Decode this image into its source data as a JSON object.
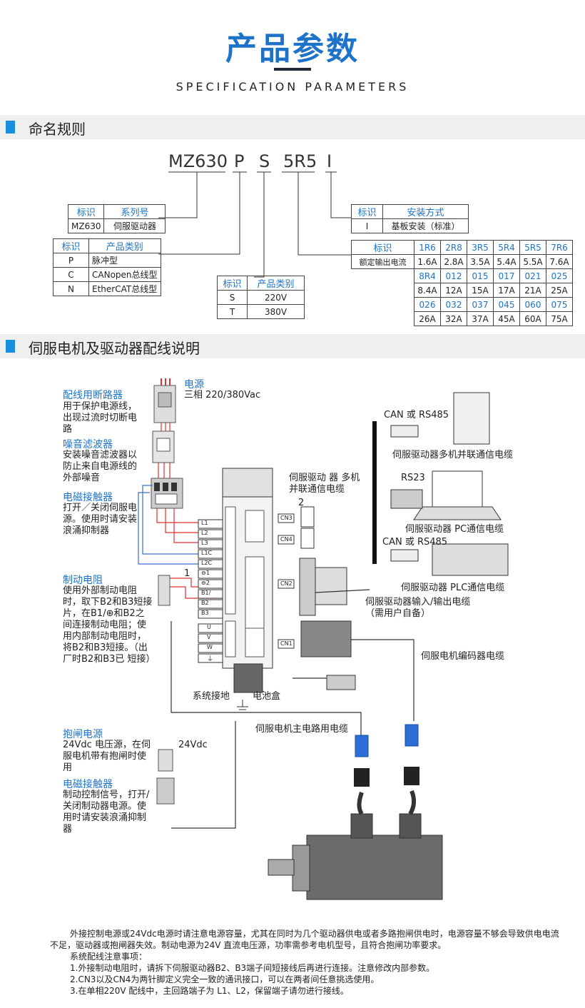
{
  "header": {
    "title": "产品参数",
    "subtitle": "SPECIFICATION PARAMETERS"
  },
  "section1": {
    "title": "命名规则"
  },
  "model_code": {
    "m1": "MZ630",
    "m2": "P",
    "m3": "S",
    "m4": "5R5",
    "m5": "I"
  },
  "series_table": {
    "h1": "标识",
    "h2": "系列号",
    "c1": "MZ630",
    "c2": "伺服驱动器"
  },
  "product_type_table": {
    "h1": "标识",
    "h2": "产品类别",
    "rows": [
      {
        "k": "P",
        "v": "脉冲型"
      },
      {
        "k": "C",
        "v": "CANopen总线型"
      },
      {
        "k": "N",
        "v": "EtherCAT总线型"
      }
    ]
  },
  "voltage_table": {
    "h1": "标识",
    "h2": "产品类别",
    "rows": [
      {
        "k": "S",
        "v": "220V"
      },
      {
        "k": "T",
        "v": "380V"
      }
    ]
  },
  "install_table": {
    "h1": "标识",
    "h2": "安装方式",
    "c1": "I",
    "c2": "基板安装（标准）"
  },
  "current_table": {
    "h1": "标识",
    "h2": "额定输出电流",
    "codes1": [
      "1R6",
      "2R8",
      "3R5",
      "5R4",
      "5R5",
      "7R6"
    ],
    "vals1": [
      "1.6A",
      "2.8A",
      "3.5A",
      "5.4A",
      "5.5A",
      "7.6A"
    ],
    "codes2": [
      "8R4",
      "012",
      "015",
      "017",
      "021",
      "025"
    ],
    "vals2": [
      "8.4A",
      "12A",
      "15A",
      "17A",
      "21A",
      "25A"
    ],
    "codes3": [
      "026",
      "032",
      "037",
      "045",
      "060",
      "075"
    ],
    "vals3": [
      "26A",
      "32A",
      "37A",
      "45A",
      "60A",
      "75A"
    ]
  },
  "section2": {
    "title": "伺服电机及驱动器配线说明"
  },
  "diagram": {
    "power_title": "电源",
    "power_desc": "三相 220/380Vac",
    "breaker_title": "配线用断路器",
    "breaker_desc": "用于保护电源线，出现过流时切断电路",
    "filter_title": "噪音滤波器",
    "filter_desc": "安装噪音滤波器以防止来自电源线的外部噪音",
    "contactor_title": "电磁接触器",
    "contactor_desc": "打开／关闭伺服电源。使用时请安装浪涌抑制器",
    "brake_res_title": "制动电阻",
    "brake_res_desc": "使用外部制动电阻时，取下B2和B3短接片，在B1/⊕和B2之间连接制动电阻；使用内部制动电阻时，将B2和B3短接。（出厂时B2和B3已 短接）",
    "brake_power_title": "抱闸电源",
    "brake_power_desc": "24Vdc 电压源，在伺服电机带有抱闸时使用",
    "brake_contactor_title": "电磁接触器",
    "brake_contactor_desc": "制动控制信号，打开/关闭制动器电源。使用时请安装浪涌抑制器",
    "v24": "24Vdc",
    "multi_cable": "伺服驱动 器 多机并联通信电缆",
    "num1": "1",
    "num2": "2",
    "can_485_a": "CAN 或 RS485",
    "multi_cable2": "伺服驱动器多机并联通信电缆",
    "rs23": "RS23",
    "pc_cable": "伺服驱动器 PC通信电缆",
    "can_485_b": "CAN 或 RS485",
    "plc_cable": "伺服驱动器 PLC通信电缆",
    "io_cable": "伺服驱动器输入/输出电缆（需用户自备）",
    "enc_cable": "伺服电机编码器电缆",
    "main_cable": "伺服电机主电路用电缆",
    "ground": "系统接地",
    "battery": "电池盒",
    "terminals": [
      "L1",
      "L2",
      "L3",
      "L1C",
      "L2C",
      "⊖1",
      "⊖2",
      "B1/",
      "B2",
      "B3",
      "U",
      "V",
      "W",
      "⏚"
    ],
    "ports": [
      "CN3",
      "CN4",
      "CN2",
      "CN1"
    ]
  },
  "notes": {
    "p1": "外接控制电源或24Vdc电源时请注意电源容量，尤其在同时为几个驱动器供电或者多路抱闸供电时，电源容量不够会导致供电电流不足，驱动器或抱闸器失效。制动电源为24V 直流电压源，功率需参考电机型号，且符合抱闸功率要求。",
    "p2": "系统配线注意事项：",
    "p3": "1.外接制动电阻时，请拆下伺服驱动器B2、B3端子间短接线后再进行连接。注意修改内部参数。",
    "p4": "2.CN3以及CN4为两针脚定义完全一致的通讯接口，可以在两者间任意挑选使用。",
    "p5": "3.在单相220V 配线中，主回路端子为 L1、L2，保留端子请勿进行接线。"
  }
}
